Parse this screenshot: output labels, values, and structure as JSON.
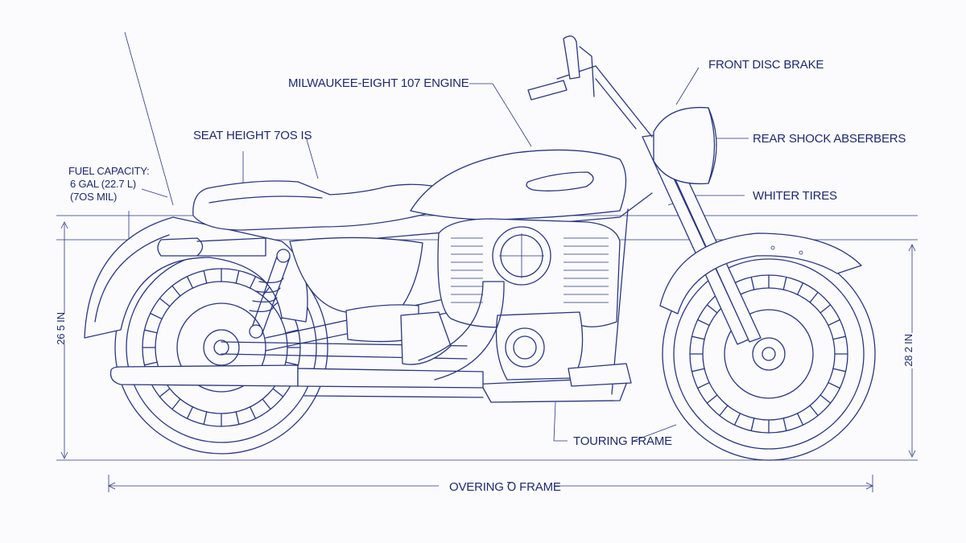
{
  "labels": {
    "engine": "MILWAUKEE-EIGHT 107 ENGINE",
    "front_disc_brake": "FRONT DISC BRAKE",
    "rear_shock": "REAR SHOCK ABSERBERS",
    "seat_height": "SEAT HEIGHT 7OS IS",
    "fuel_capacity_title": "FUEL CAPACITY:",
    "fuel_capacity_gal": "6 GAL (22.7 L)",
    "fuel_capacity_range": "(7OS MIL)",
    "tires": "WHITER TIRES",
    "touring_frame": "TOURING FRAME",
    "overall_frame": "OVERING Ꝺ FRAME",
    "left_height": "26 5 IN",
    "right_height": "28 2 IN"
  },
  "colors": {
    "ink": "#2a3680",
    "paper": "#fbfbfd"
  }
}
